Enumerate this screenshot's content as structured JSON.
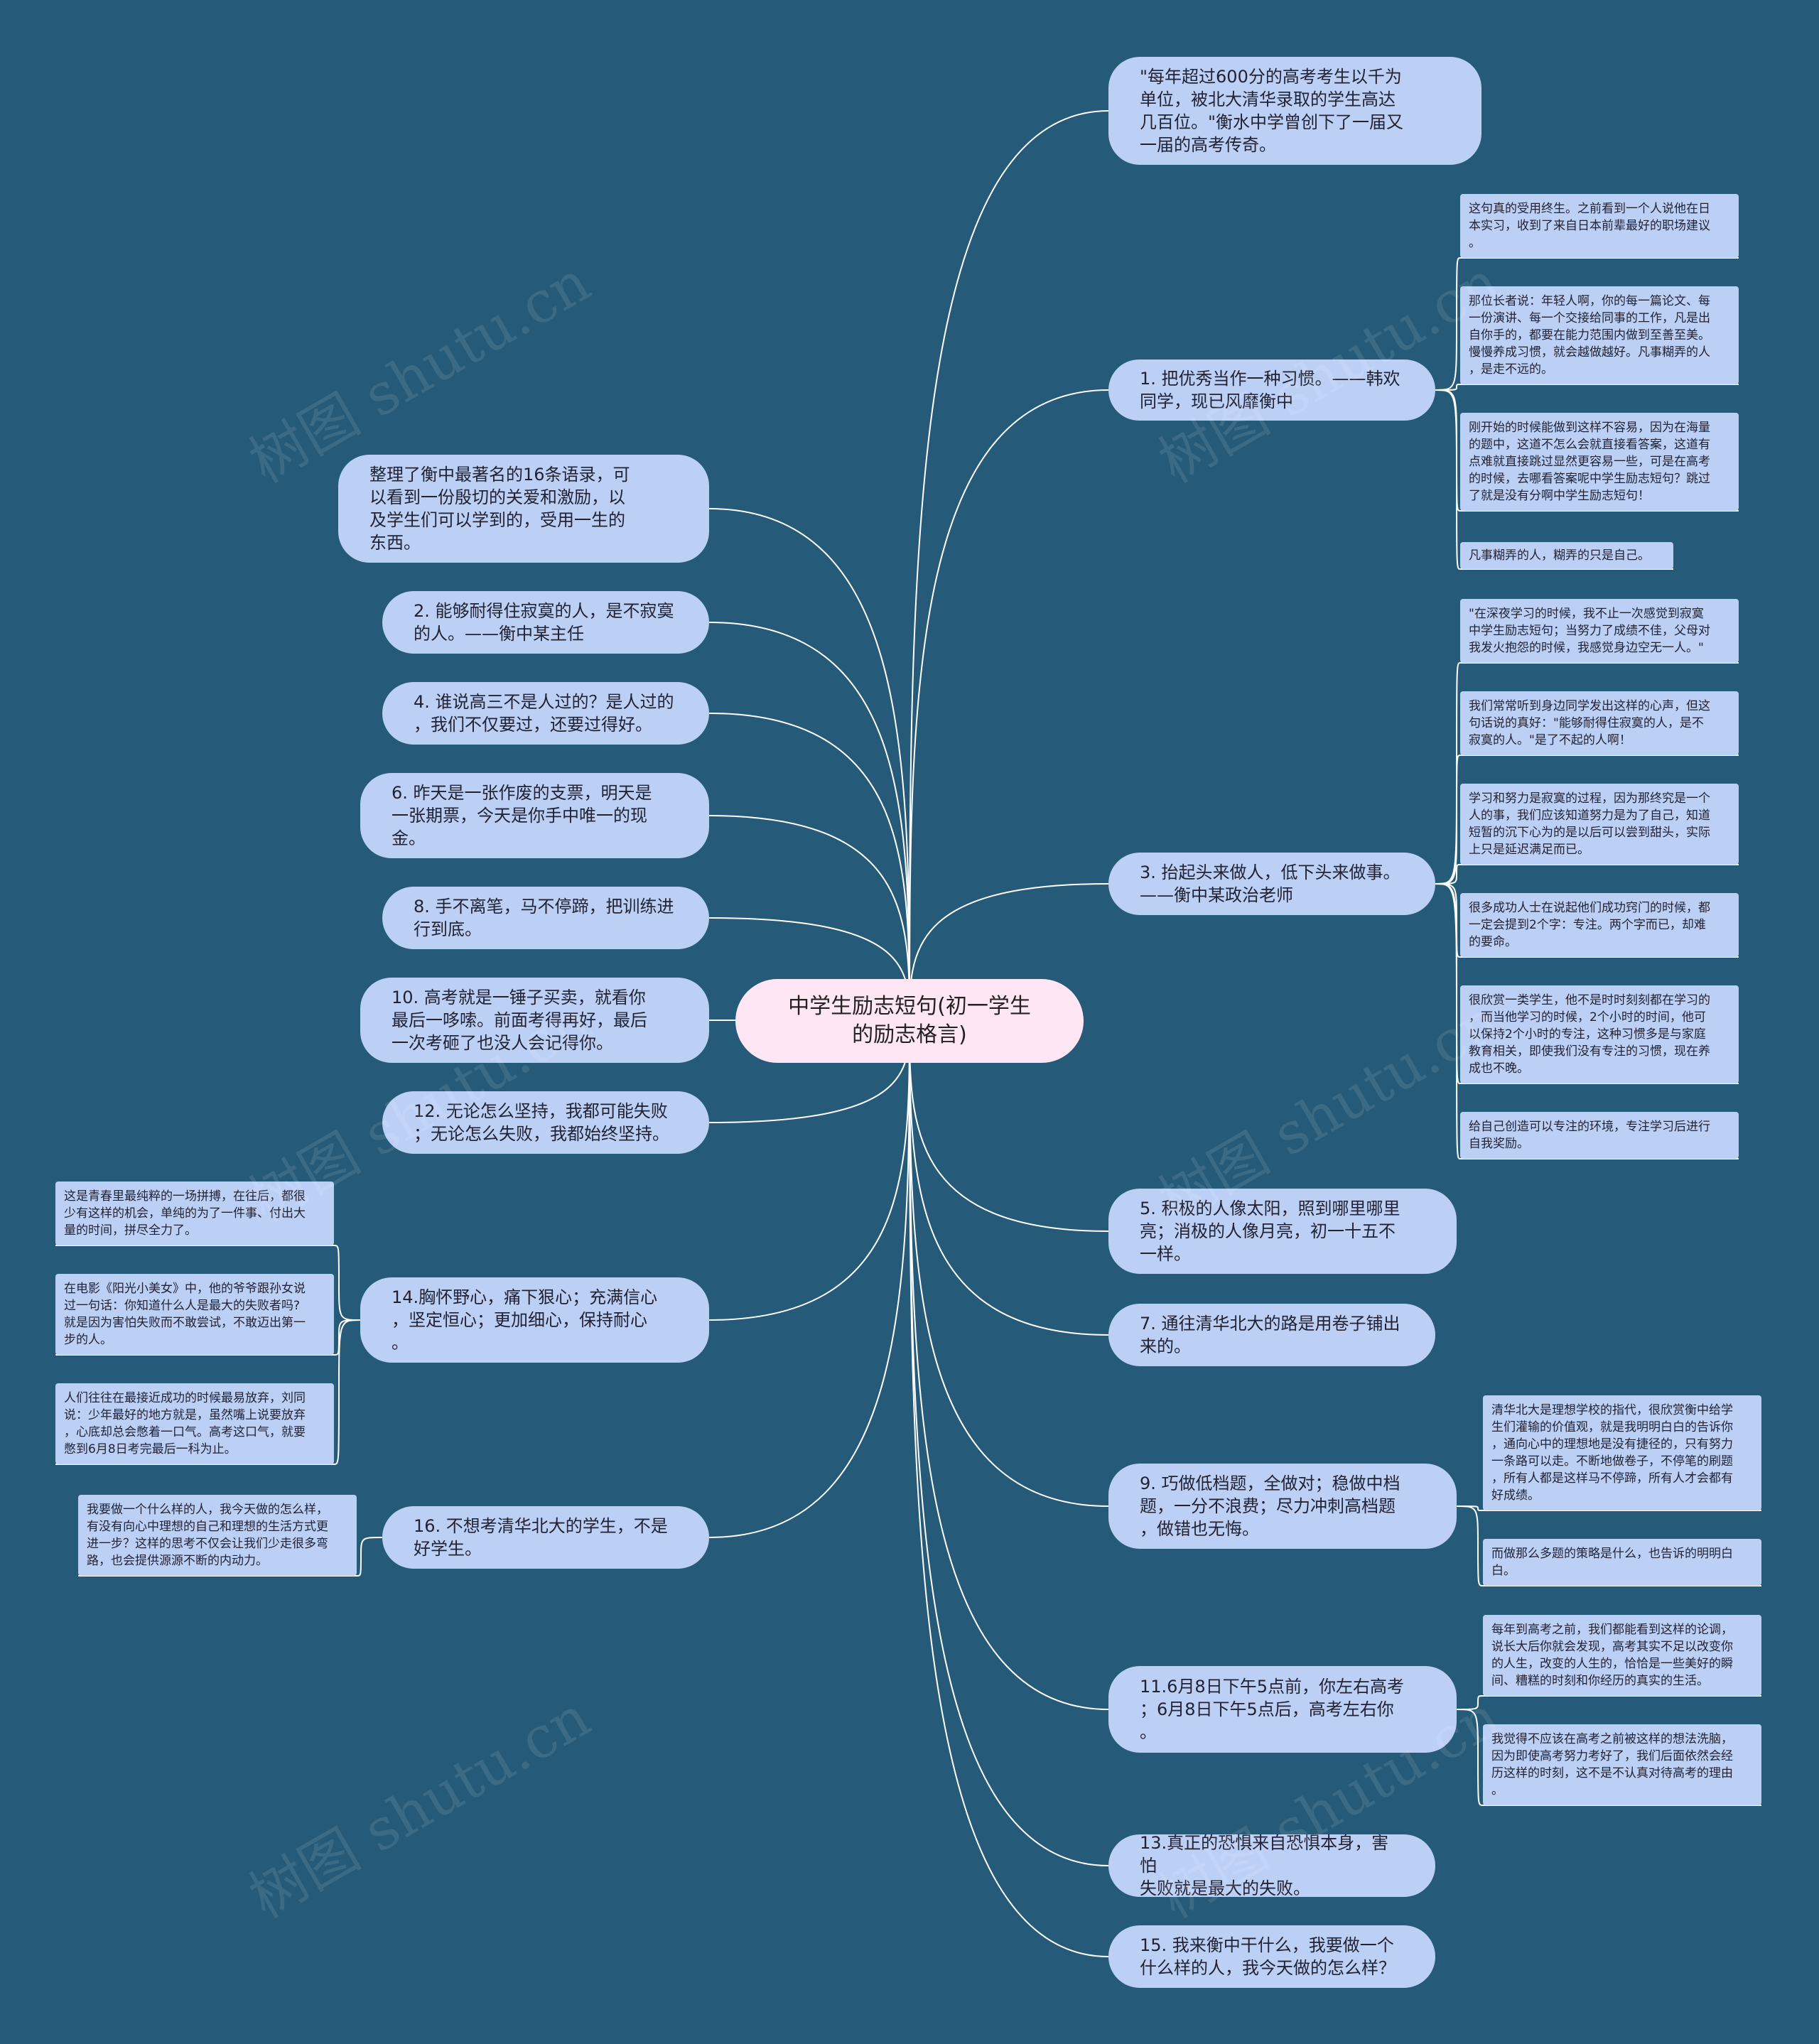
{
  "root": {
    "label": "中学生励志短句(初一学生\n的励志格言)"
  },
  "branches": [
    {
      "id": "r1",
      "label": "\"每年超过600分的高考考生以千为\n单位，被北大清华录取的学生高达\n几百位。\"衡水中学曾创下了一届又\n一届的高考传奇。",
      "leaves": []
    },
    {
      "id": "r2",
      "label": "1. 把优秀当作一种习惯。——韩欢\n同学，现已风靡衡中",
      "leaves": [
        "这句真的受用终生。之前看到一个人说他在日\n本实习，收到了来自日本前辈最好的职场建议\n。",
        "那位长者说：年轻人啊，你的每一篇论文、每\n一份演讲、每一个交接给同事的工作，凡是出\n自你手的，都要在能力范围内做到至善至美。\n慢慢养成习惯，就会越做越好。凡事糊弄的人\n，是走不远的。",
        "刚开始的时候能做到这样不容易，因为在海量\n的题中，这道不怎么会就直接看答案，这道有\n点难就直接跳过显然更容易一些，可是在高考\n的时候，去哪看答案呢中学生励志短句？跳过\n了就是没有分啊中学生励志短句！",
        "凡事糊弄的人，糊弄的只是自己。"
      ]
    },
    {
      "id": "r3",
      "label": "3. 抬起头来做人，低下头来做事。\n——衡中某政治老师",
      "leaves": [
        "\"在深夜学习的时候，我不止一次感觉到寂寞\n中学生励志短句；当努力了成绩不佳，父母对\n我发火抱怨的时候，我感觉身边空无一人。\"",
        "我们常常听到身边同学发出这样的心声，但这\n句话说的真好：\"能够耐得住寂寞的人，是不\n寂寞的人。\"是了不起的人啊！",
        "学习和努力是寂寞的过程，因为那终究是一个\n人的事，我们应该知道努力是为了自己，知道\n短暂的沉下心为的是以后可以尝到甜头，实际\n上只是延迟满足而已。",
        "很多成功人士在说起他们成功窍门的时候，都\n一定会提到2个字：专注。两个字而已，却难\n的要命。",
        "很欣赏一类学生，他不是时时刻刻都在学习的\n，而当他学习的时候，2个小时的时间，他可\n以保持2个小时的专注，这种习惯多是与家庭\n教育相关，即使我们没有专注的习惯，现在养\n成也不晚。",
        "给自己创造可以专注的环境，专注学习后进行\n自我奖励。"
      ]
    },
    {
      "id": "r4",
      "label": "5. 积极的人像太阳，照到哪里哪里\n亮；消极的人像月亮，初一十五不\n一样。",
      "leaves": []
    },
    {
      "id": "r5",
      "label": "7. 通往清华北大的路是用卷子铺出\n来的。",
      "leaves": []
    },
    {
      "id": "r6",
      "label": "9. 巧做低档题，全做对；稳做中档\n题，一分不浪费；尽力冲刺高档题\n，做错也无悔。",
      "leaves": [
        "清华北大是理想学校的指代，很欣赏衡中给学\n生们灌输的价值观，就是我明明白白的告诉你\n，通向心中的理想地是没有捷径的，只有努力\n一条路可以走。不断地做卷子，不停笔的刷题\n，所有人都是这样马不停蹄，所有人才会都有\n好成绩。",
        "而做那么多题的策略是什么，也告诉的明明白\n白。"
      ]
    },
    {
      "id": "r7",
      "label": "11.6月8日下午5点前，你左右高考\n；6月8日下午5点后，高考左右你\n。",
      "leaves": [
        "每年到高考之前，我们都能看到这样的论调，\n说长大后你就会发现，高考其实不足以改变你\n的人生，改变的人生的，恰恰是一些美好的瞬\n间、糟糕的时刻和你经历的真实的生活。",
        "我觉得不应该在高考之前被这样的想法洗脑，\n因为即使高考努力考好了，我们后面依然会经\n历这样的时刻，这不是不认真对待高考的理由\n。"
      ]
    },
    {
      "id": "r8",
      "label": "13.真正的恐惧来自恐惧本身，害怕\n失败就是最大的失败。",
      "leaves": []
    },
    {
      "id": "r9",
      "label": "15. 我来衡中干什么，我要做一个\n什么样的人，我今天做的怎么样？",
      "leaves": []
    },
    {
      "id": "l1",
      "label": "整理了衡中最著名的16条语录，可\n以看到一份殷切的关爱和激励，以\n及学生们可以学到的，受用一生的\n东西。",
      "leaves": []
    },
    {
      "id": "l2",
      "label": "2. 能够耐得住寂寞的人，是不寂寞\n的人。——衡中某主任",
      "leaves": []
    },
    {
      "id": "l3",
      "label": "4. 谁说高三不是人过的？是人过的\n，我们不仅要过，还要过得好。",
      "leaves": []
    },
    {
      "id": "l4",
      "label": "6. 昨天是一张作废的支票，明天是\n一张期票，今天是你手中唯一的现\n金。",
      "leaves": []
    },
    {
      "id": "l5",
      "label": "8. 手不离笔，马不停蹄，把训练进\n行到底。",
      "leaves": []
    },
    {
      "id": "l6",
      "label": "10. 高考就是一锤子买卖，就看你\n最后一哆嗦。前面考得再好，最后\n一次考砸了也没人会记得你。",
      "leaves": []
    },
    {
      "id": "l7",
      "label": "12. 无论怎么坚持，我都可能失败\n；无论怎么失败，我都始终坚持。",
      "leaves": []
    },
    {
      "id": "l8",
      "label": "14.胸怀野心，痛下狠心；充满信心\n，坚定恒心；更加细心，保持耐心\n。",
      "leaves": [
        "这是青春里最纯粹的一场拼搏，在往后，都很\n少有这样的机会，单纯的为了一件事、付出大\n量的时间，拼尽全力了。",
        "在电影《阳光小美女》中，他的爷爷跟孙女说\n过一句话：你知道什么人是最大的失败者吗?\n就是因为害怕失败而不敢尝试，不敢迈出第一\n步的人。",
        "人们往往在最接近成功的时候最易放弃，刘同\n说：少年最好的地方就是，虽然嘴上说要放弃\n，心底却总会憋着一口气。高考这口气，就要\n憋到6月8日考完最后一科为止。"
      ]
    },
    {
      "id": "l9",
      "label": "16. 不想考清华北大的学生，不是\n好学生。",
      "leaves": [
        "我要做一个什么样的人，我今天做的怎么样，\n有没有向心中理想的自己和理想的生活方式更\n进一步？这样的思考不仅会让我们少走很多弯\n路，也会提供源源不断的内动力。"
      ]
    }
  ],
  "watermark": "树图 shutu.cn",
  "colors": {
    "background": "#255a78",
    "branch": "#bcd0f6",
    "root": "#ffe6f4",
    "line": "#ffffff"
  }
}
